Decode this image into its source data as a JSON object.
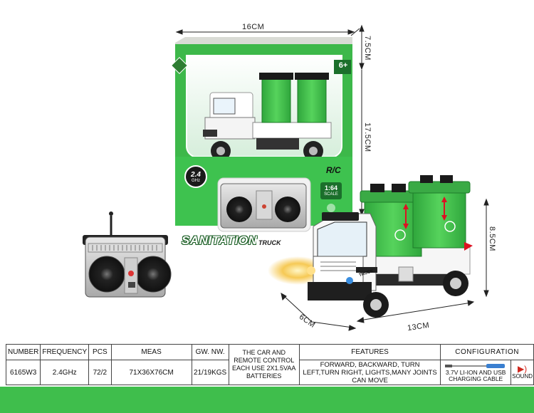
{
  "dimensions": {
    "box_width": "16CM",
    "box_depth": "7.5CM",
    "box_height": "17.5CM",
    "truck_height": "8.5CM",
    "truck_depth": "6CM",
    "truck_length": "13CM"
  },
  "package": {
    "title": "SANITATION",
    "subtitle": "TRUCK",
    "rc_label": "R/C",
    "scale_label": "1:64",
    "scale_sub": "SCALE",
    "age_label": "6+",
    "freq_badge": "2.4",
    "ghz_badge": "GHz",
    "truck_badge": "TRUCK"
  },
  "table": {
    "headers": [
      "NUMBER",
      "FREQUENCY",
      "PCS",
      "MEAS",
      "GW. NW.",
      "THE CAR AND REMOTE CONTROL EACH USE 2X1.5VAA BATTERIES",
      "FEATURES",
      "CONFIGURATION"
    ],
    "row": [
      "6165W3",
      "2.4GHz",
      "72/2",
      "71X36X76CM",
      "21/19KGS"
    ],
    "features": "FORWARD, BACKWARD, TURN LEFT,TURN RIGHT, LIGHTS,MANY JOINTS CAN MOVE",
    "config_cable": "3.7V LI-ION AND USB CHARGING CABLE",
    "config_sound": "SOUND"
  },
  "colors": {
    "green": "#3fbe4c",
    "bin_green": "#46c94b",
    "config_red": "#d0281e"
  }
}
